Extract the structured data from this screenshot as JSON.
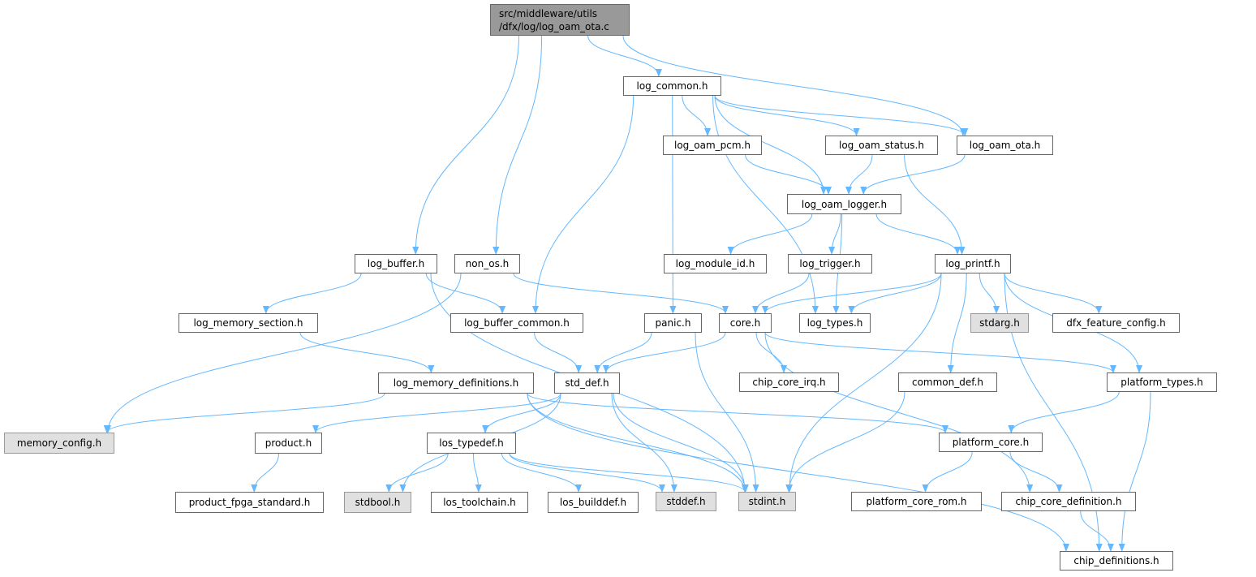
{
  "graph": {
    "root": {
      "line1": "src/middleware/utils",
      "line2": "/dfx/log/log_oam_ota.c"
    },
    "nodes": [
      {
        "id": "log_common",
        "label": "log_common.h"
      },
      {
        "id": "log_oam_pcm",
        "label": "log_oam_pcm.h"
      },
      {
        "id": "log_oam_status",
        "label": "log_oam_status.h"
      },
      {
        "id": "log_oam_ota",
        "label": "log_oam_ota.h"
      },
      {
        "id": "log_oam_logger",
        "label": "log_oam_logger.h"
      },
      {
        "id": "log_buffer",
        "label": "log_buffer.h"
      },
      {
        "id": "non_os",
        "label": "non_os.h"
      },
      {
        "id": "log_module_id",
        "label": "log_module_id.h"
      },
      {
        "id": "log_trigger",
        "label": "log_trigger.h"
      },
      {
        "id": "log_printf",
        "label": "log_printf.h"
      },
      {
        "id": "log_memory_section",
        "label": "log_memory_section.h"
      },
      {
        "id": "log_buffer_common",
        "label": "log_buffer_common.h"
      },
      {
        "id": "panic",
        "label": "panic.h"
      },
      {
        "id": "core",
        "label": "core.h"
      },
      {
        "id": "log_types",
        "label": "log_types.h"
      },
      {
        "id": "stdarg",
        "label": "stdarg.h",
        "system": true
      },
      {
        "id": "dfx_feature_config",
        "label": "dfx_feature_config.h"
      },
      {
        "id": "log_memory_definitions",
        "label": "log_memory_definitions.h"
      },
      {
        "id": "std_def",
        "label": "std_def.h"
      },
      {
        "id": "chip_core_irq",
        "label": "chip_core_irq.h"
      },
      {
        "id": "common_def",
        "label": "common_def.h"
      },
      {
        "id": "platform_types",
        "label": "platform_types.h"
      },
      {
        "id": "memory_config",
        "label": "memory_config.h",
        "system": true
      },
      {
        "id": "product",
        "label": "product.h"
      },
      {
        "id": "los_typedef",
        "label": "los_typedef.h"
      },
      {
        "id": "platform_core",
        "label": "platform_core.h"
      },
      {
        "id": "product_fpga_standard",
        "label": "product_fpga_standard.h"
      },
      {
        "id": "stdbool",
        "label": "stdbool.h",
        "system": true
      },
      {
        "id": "los_toolchain",
        "label": "los_toolchain.h"
      },
      {
        "id": "los_builddef",
        "label": "los_builddef.h"
      },
      {
        "id": "stddef",
        "label": "stddef.h",
        "system": true
      },
      {
        "id": "stdint",
        "label": "stdint.h",
        "system": true
      },
      {
        "id": "platform_core_rom",
        "label": "platform_core_rom.h"
      },
      {
        "id": "chip_core_definition",
        "label": "chip_core_definition.h"
      },
      {
        "id": "chip_definitions",
        "label": "chip_definitions.h"
      }
    ],
    "edges": [
      [
        "root",
        "log_common"
      ],
      [
        "root",
        "log_oam_ota"
      ],
      [
        "root",
        "log_buffer"
      ],
      [
        "root",
        "non_os"
      ],
      [
        "log_common",
        "log_oam_pcm"
      ],
      [
        "log_common",
        "log_oam_status"
      ],
      [
        "log_common",
        "log_oam_ota"
      ],
      [
        "log_common",
        "log_oam_logger"
      ],
      [
        "log_common",
        "log_buffer_common"
      ],
      [
        "log_common",
        "panic"
      ],
      [
        "log_common",
        "log_types"
      ],
      [
        "log_oam_pcm",
        "log_oam_logger"
      ],
      [
        "log_oam_status",
        "log_oam_logger"
      ],
      [
        "log_oam_status",
        "log_printf"
      ],
      [
        "log_oam_ota",
        "log_oam_logger"
      ],
      [
        "log_oam_logger",
        "log_module_id"
      ],
      [
        "log_oam_logger",
        "log_trigger"
      ],
      [
        "log_oam_logger",
        "log_printf"
      ],
      [
        "log_oam_logger",
        "log_types"
      ],
      [
        "log_buffer",
        "log_memory_section"
      ],
      [
        "log_buffer",
        "log_buffer_common"
      ],
      [
        "log_buffer",
        "stdint"
      ],
      [
        "non_os",
        "core"
      ],
      [
        "non_os",
        "memory_config"
      ],
      [
        "log_trigger",
        "core"
      ],
      [
        "log_printf",
        "core"
      ],
      [
        "log_printf",
        "log_types"
      ],
      [
        "log_printf",
        "stdarg"
      ],
      [
        "log_printf",
        "dfx_feature_config"
      ],
      [
        "log_printf",
        "platform_types"
      ],
      [
        "log_printf",
        "chip_definitions"
      ],
      [
        "log_printf",
        "common_def"
      ],
      [
        "log_printf",
        "stdint"
      ],
      [
        "log_memory_section",
        "log_memory_definitions"
      ],
      [
        "log_buffer_common",
        "std_def"
      ],
      [
        "panic",
        "std_def"
      ],
      [
        "panic",
        "stdint"
      ],
      [
        "core",
        "std_def"
      ],
      [
        "core",
        "chip_core_irq"
      ],
      [
        "core",
        "platform_types"
      ],
      [
        "core",
        "chip_core_definition"
      ],
      [
        "log_memory_definitions",
        "memory_config"
      ],
      [
        "log_memory_definitions",
        "chip_definitions"
      ],
      [
        "log_memory_definitions",
        "stdint"
      ],
      [
        "log_memory_definitions",
        "platform_core"
      ],
      [
        "std_def",
        "product"
      ],
      [
        "std_def",
        "los_typedef"
      ],
      [
        "std_def",
        "stdbool"
      ],
      [
        "std_def",
        "stddef"
      ],
      [
        "std_def",
        "stdint"
      ],
      [
        "common_def",
        "stdint"
      ],
      [
        "platform_types",
        "platform_core"
      ],
      [
        "platform_types",
        "chip_definitions"
      ],
      [
        "product",
        "product_fpga_standard"
      ],
      [
        "los_typedef",
        "stdbool"
      ],
      [
        "los_typedef",
        "los_toolchain"
      ],
      [
        "los_typedef",
        "los_builddef"
      ],
      [
        "los_typedef",
        "stddef"
      ],
      [
        "los_typedef",
        "stdint"
      ],
      [
        "platform_core",
        "platform_core_rom"
      ],
      [
        "platform_core",
        "chip_core_definition"
      ],
      [
        "chip_core_definition",
        "chip_definitions"
      ]
    ],
    "colors": {
      "edge": "#63b8ff",
      "root_fill": "#999999",
      "system_fill": "#e0e0e0"
    }
  }
}
